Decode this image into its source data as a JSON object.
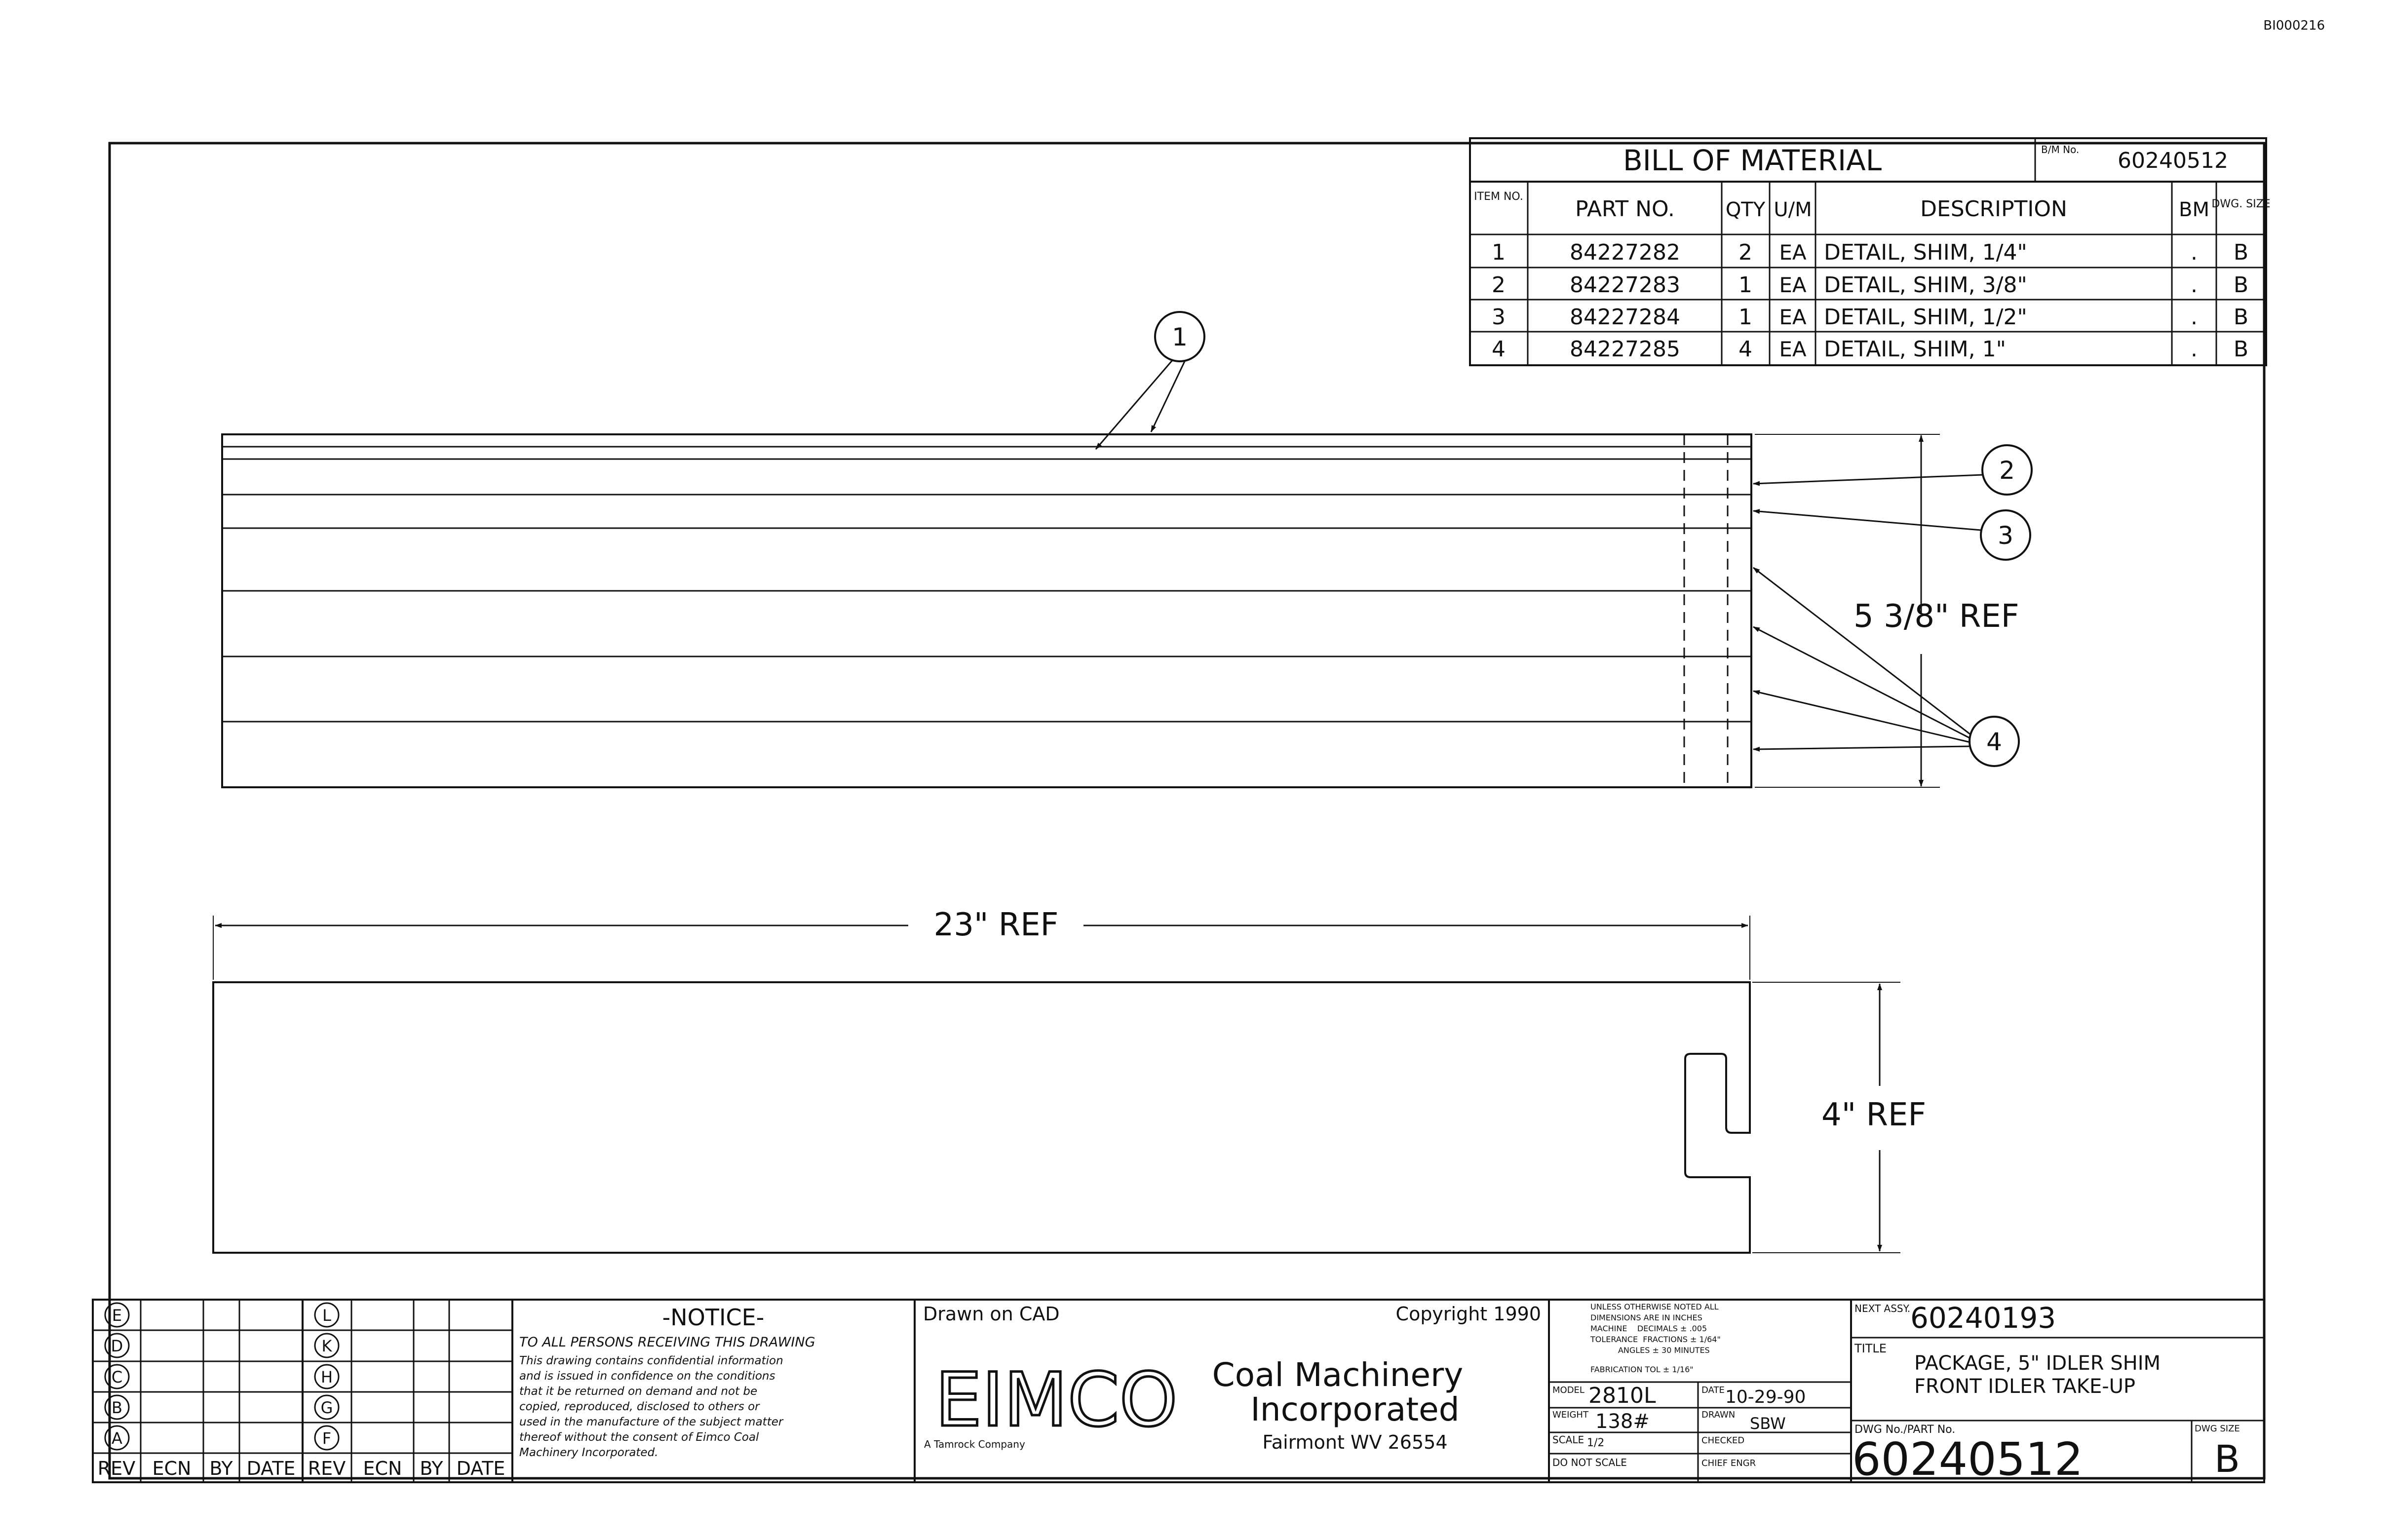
{
  "doc_id": "BI000216",
  "bom": {
    "title": "BILL OF MATERIAL",
    "bm_no_label": "B/M No.",
    "bm_no": "60240512",
    "headers": {
      "item": "ITEM NO.",
      "part": "PART NO.",
      "qty": "QTY",
      "um": "U/M",
      "desc": "DESCRIPTION",
      "bm": "BM",
      "dwg": "DWG. SIZE"
    },
    "rows": [
      {
        "item": "1",
        "part": "84227282",
        "qty": "2",
        "um": "EA",
        "desc": "DETAIL, SHIM, 1/4\"",
        "bm": ".",
        "size": "B"
      },
      {
        "item": "2",
        "part": "84227283",
        "qty": "1",
        "um": "EA",
        "desc": "DETAIL, SHIM, 3/8\"",
        "bm": ".",
        "size": "B"
      },
      {
        "item": "3",
        "part": "84227284",
        "qty": "1",
        "um": "EA",
        "desc": "DETAIL, SHIM, 1/2\"",
        "bm": ".",
        "size": "B"
      },
      {
        "item": "4",
        "part": "84227285",
        "qty": "4",
        "um": "EA",
        "desc": "DETAIL, SHIM, 1\"",
        "bm": ".",
        "size": "B"
      }
    ]
  },
  "balloons": [
    "1",
    "2",
    "3",
    "4"
  ],
  "dimensions": {
    "height": "5 3/8\" REF",
    "length": "23\" REF",
    "width": "4\" REF"
  },
  "revision": {
    "letters_left": [
      "E",
      "D",
      "C",
      "B",
      "A"
    ],
    "letters_right": [
      "L",
      "K",
      "H",
      "G",
      "F"
    ],
    "headers": [
      "REV",
      "ECN",
      "BY",
      "DATE",
      "REV",
      "ECN",
      "BY",
      "DATE"
    ]
  },
  "notice": {
    "title": "-NOTICE-",
    "subtitle": "TO ALL PERSONS RECEIVING THIS DRAWING",
    "lines": [
      "This drawing contains confidential information",
      "and is issued in confidence on the conditions",
      "that it be returned on demand and not be",
      "copied, reproduced, disclosed to others or",
      "used in the manufacture of the subject matter",
      "thereof without the consent of Eimco Coal",
      "Machinery Incorporated."
    ]
  },
  "company": {
    "drawn_on": "Drawn on CAD",
    "copyright": "Copyright 1990",
    "logo": "EIMCO",
    "name1": "Coal Machinery",
    "name2": "Incorporated",
    "location": "Fairmont WV 26554",
    "tagline": "A Tamrock Company"
  },
  "tolerance": {
    "lines": [
      "UNLESS OTHERWISE NOTED ALL",
      "DIMENSIONS ARE IN INCHES",
      "MACHINE    DECIMALS ± .005",
      "TOLERANCE  FRACTIONS ± 1/64\"",
      "           ANGLES ± 30 MINUTES",
      "FABRICATION TOL ± 1/16\""
    ]
  },
  "title_block": {
    "model_label": "MODEL",
    "model": "2810L",
    "date_label": "DATE",
    "date": "10-29-90",
    "weight_label": "WEIGHT",
    "weight": "138#",
    "drawn_label": "DRAWN",
    "drawn": "SBW",
    "scale_label": "SCALE",
    "scale": "1/2",
    "checked_label": "CHECKED",
    "do_not_scale": "DO NOT SCALE",
    "chief_engr": "CHIEF ENGR",
    "next_assy_label": "NEXT ASSY.",
    "next_assy": "60240193",
    "title_label": "TITLE",
    "title1": "PACKAGE, 5\" IDLER SHIM",
    "title2": "FRONT IDLER TAKE-UP",
    "dwg_label": "DWG No./PART No.",
    "dwg_no": "60240512",
    "size_label": "DWG SIZE",
    "size": "B"
  }
}
